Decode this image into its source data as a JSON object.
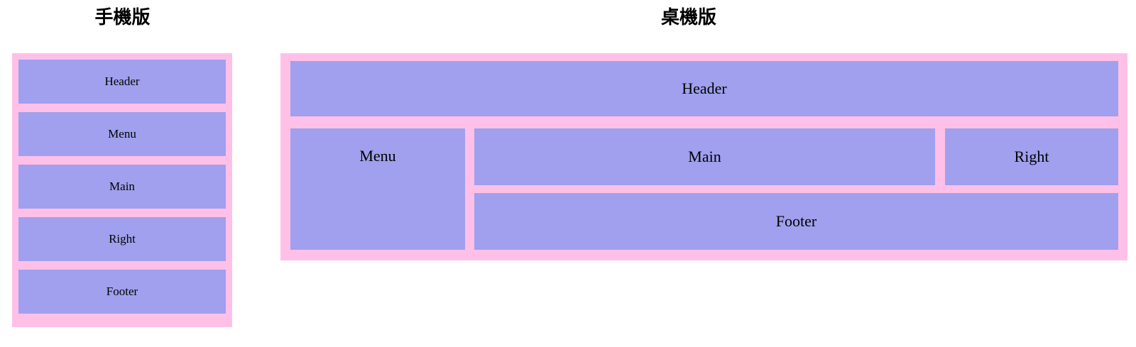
{
  "page": {
    "background_color": "#ffffff",
    "box_color": "#a0a0ee",
    "frame_color": "#ffc0e8",
    "text_color": "#000000"
  },
  "mobile": {
    "title": "手機版",
    "regions": [
      {
        "label": "Header"
      },
      {
        "label": "Menu"
      },
      {
        "label": "Main"
      },
      {
        "label": "Right"
      },
      {
        "label": "Footer"
      }
    ]
  },
  "desktop": {
    "title": "桌機版",
    "regions": {
      "header": "Header",
      "menu": "Menu",
      "main": "Main",
      "right": "Right",
      "footer": "Footer"
    }
  }
}
